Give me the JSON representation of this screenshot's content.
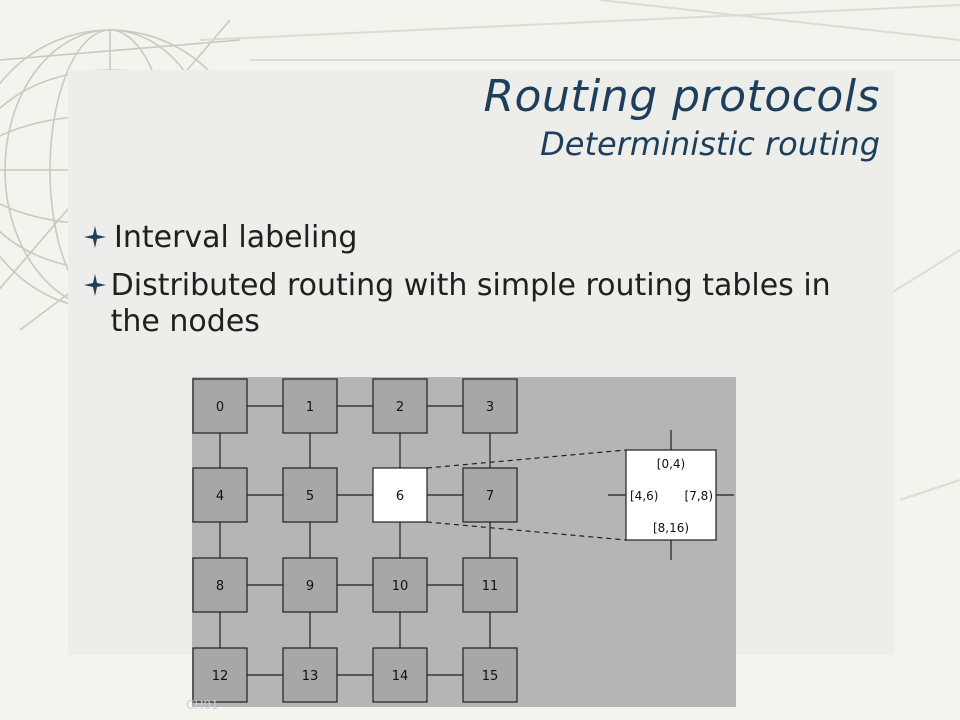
{
  "slide": {
    "title": "Routing protocols",
    "subtitle": "Deterministic routing",
    "footer": "CH01"
  },
  "bullets": [
    {
      "text": "Interval labeling"
    },
    {
      "text": "Distributed routing with simple routing tables in the nodes"
    }
  ],
  "figure": {
    "nodes": [
      "0",
      "1",
      "2",
      "3",
      "4",
      "5",
      "6",
      "7",
      "8",
      "9",
      "10",
      "11",
      "12",
      "13",
      "14",
      "15"
    ],
    "highlighted_node": "6",
    "zoom_table": {
      "north": "[0,4)",
      "west": "[4,6)",
      "east": "[7,8)",
      "south": "[8,16)"
    }
  },
  "colors": {
    "title": "#1c3f5b",
    "figure_bg": "#b5b5b5",
    "node_fill": "#a7a7a7",
    "highlight_fill": "#ffffff"
  }
}
